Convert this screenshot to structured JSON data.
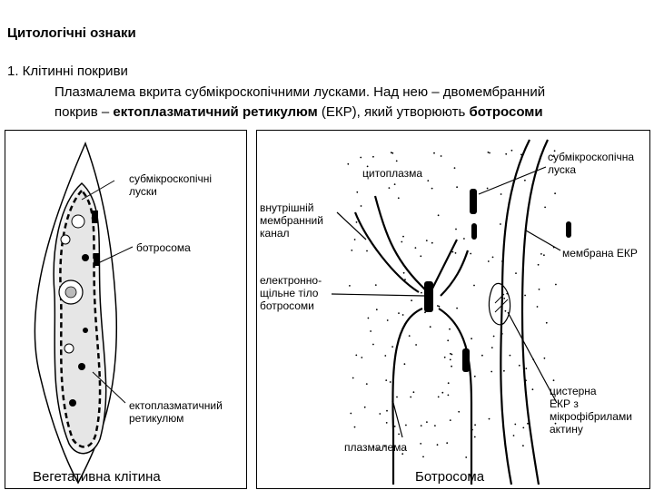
{
  "header": {
    "title": "Цитологічні ознаки",
    "item1": "1. Клітинні покриви",
    "line1": "Плазмалема вкрита субмікроскопічними лусками. Над нею – двомембранний",
    "line2_a": "покрив – ",
    "line2_b": "ектоплазматичний ретикулюм",
    "line2_c": " (ЕКР), який утворюють ",
    "line2_d": "ботросоми"
  },
  "left_panel": {
    "caption": "Вегетативна клітина",
    "labels": {
      "scales_1": "субмікроскопічні",
      "scales_2": " луски",
      "botrosome": "ботросома",
      "er_1": "ектоплазматичний",
      "er_2": "ретикулюм"
    }
  },
  "right_panel": {
    "caption": "Ботросома",
    "labels": {
      "cytoplasm": "цитоплазма",
      "channel_1": "внутрішній",
      "channel_2": "мембранний",
      "channel_3": "канал",
      "scale_1": "субмікроскопічна",
      "scale_2": "луска",
      "ekr_membrane": "мембрана ЕКР",
      "dense_1": "електронно-",
      "dense_2": "щільне тіло",
      "dense_3": "ботросоми",
      "cistern_1": "цистерна",
      "cistern_2": "ЕКР з",
      "cistern_3": "мікрофібрилами",
      "cistern_4": "актину",
      "plasmalemma": "плазмалема"
    }
  }
}
